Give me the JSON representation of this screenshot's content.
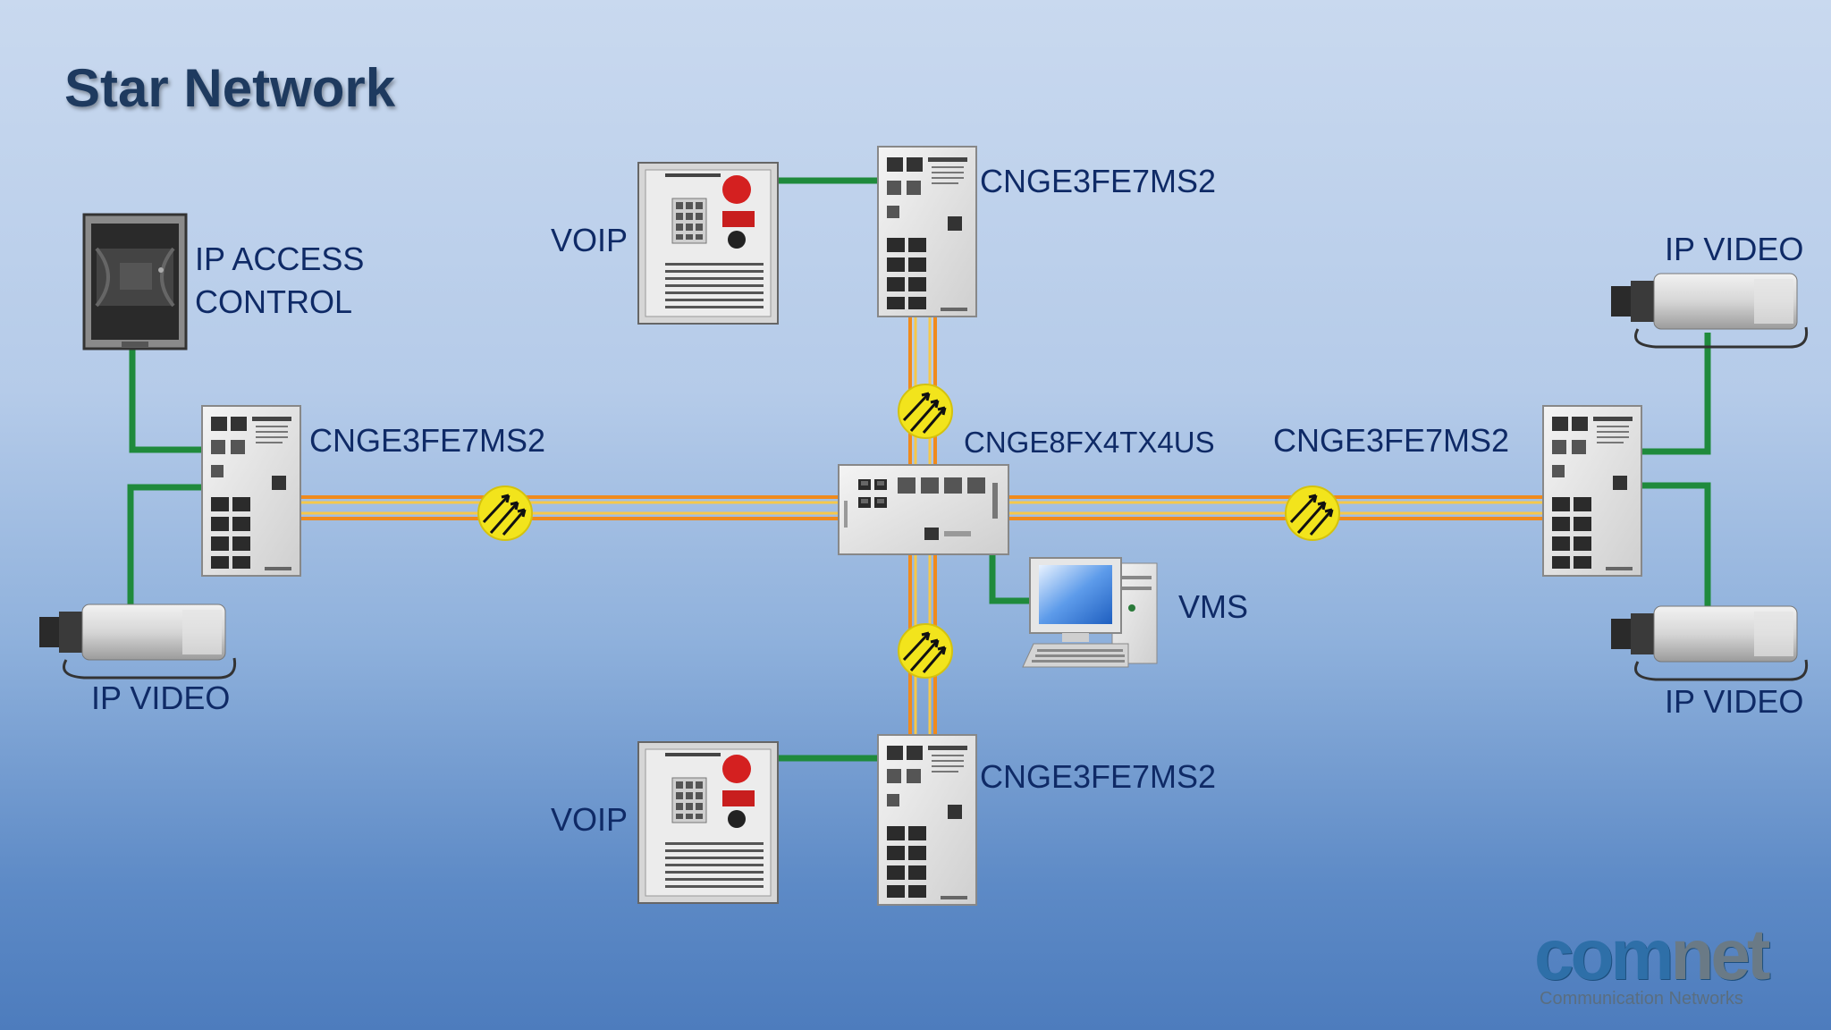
{
  "title": "Star Network",
  "labels": {
    "access_control": "IP ACCESS CONTROL",
    "voip_top": "VOIP",
    "voip_bottom": "VOIP",
    "switch_top": "CNGE3FE7MS2",
    "switch_left": "CNGE3FE7MS2",
    "switch_right": "CNGE3FE7MS2",
    "switch_bottom": "CNGE3FE7MS2",
    "center_switch": "CNGE8FX4TX4US",
    "video_right_top": "IP VIDEO",
    "video_left": "IP VIDEO",
    "video_right_bottom": "IP VIDEO",
    "vms": "VMS"
  },
  "logo": {
    "part1": "com",
    "part2": "net",
    "tagline": "Communication Networks"
  },
  "colors": {
    "copper_link": "#1f8a3c",
    "fiber_outer": "#f08a1c",
    "fiber_inner": "#f6c84a",
    "coupler": "#f2e41c",
    "title": "#1e3a5f",
    "label": "#0f2a66"
  },
  "icons": {
    "fiber_coupler": "fiber-coupler-icon",
    "switch": "ethernet-switch-icon",
    "camera": "ip-camera-icon",
    "door_station": "voip-intercom-icon",
    "access_reader": "access-control-icon",
    "workstation": "computer-icon"
  }
}
